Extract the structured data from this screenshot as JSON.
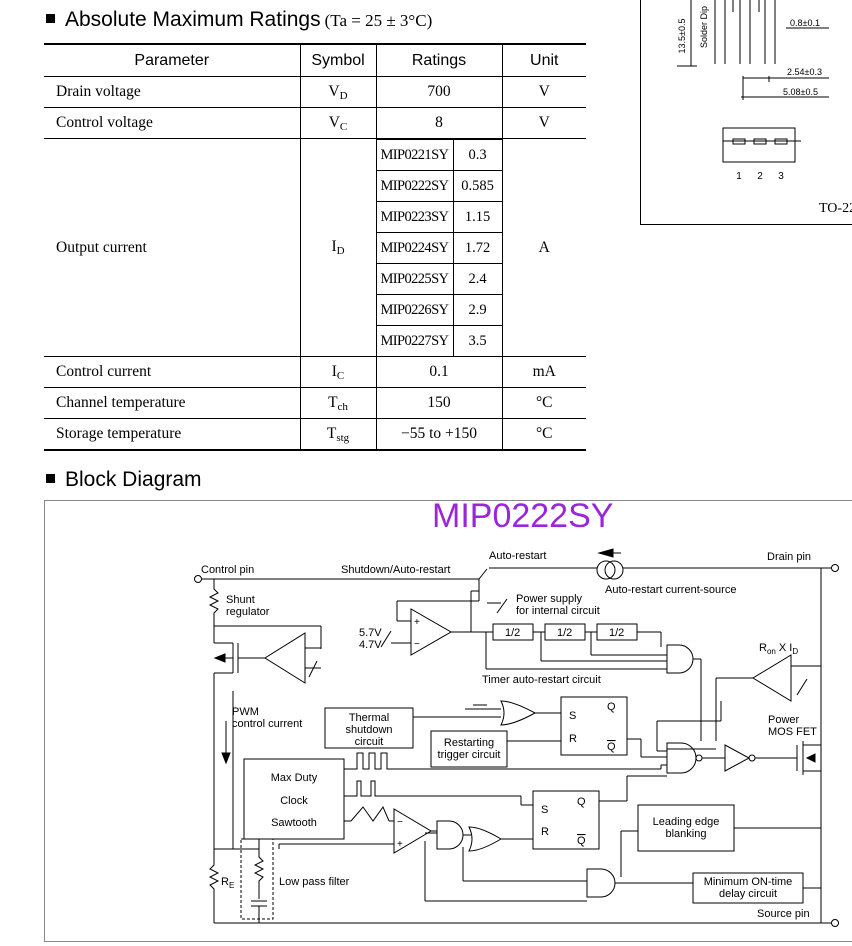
{
  "ratings": {
    "title": "Absolute Maximum Ratings",
    "condition": "(Ta = 25 ± 3°C)",
    "headers": {
      "parameter": "Parameter",
      "symbol": "Symbol",
      "ratings": "Ratings",
      "unit": "Unit"
    },
    "drain": {
      "param": "Drain voltage",
      "sym": "V",
      "sub": "D",
      "rating": "700",
      "unit": "V"
    },
    "control_v": {
      "param": "Control voltage",
      "sym": "V",
      "sub": "C",
      "rating": "8",
      "unit": "V"
    },
    "output": {
      "param": "Output current",
      "sym": "I",
      "sub": "D",
      "unit": "A",
      "parts": [
        {
          "part": "MIP0221SY",
          "value": "0.3"
        },
        {
          "part": "MIP0222SY",
          "value": "0.585"
        },
        {
          "part": "MIP0223SY",
          "value": "1.15"
        },
        {
          "part": "MIP0224SY",
          "value": "1.72"
        },
        {
          "part": "MIP0225SY",
          "value": "2.4"
        },
        {
          "part": "MIP0226SY",
          "value": "2.9"
        },
        {
          "part": "MIP0227SY",
          "value": "3.5"
        }
      ]
    },
    "control_i": {
      "param": "Control current",
      "sym": "I",
      "sub": "C",
      "rating": "0.1",
      "unit": "mA"
    },
    "channel": {
      "param": "Channel temperature",
      "sym": "T",
      "sub": "ch",
      "rating": "150",
      "unit": "°C"
    },
    "storage": {
      "param": "Storage temperature",
      "sym": "T",
      "sub": "stg",
      "rating": "−55 to +150",
      "unit": "°C"
    }
  },
  "package": {
    "dim_13_5": "13.5±0.5",
    "solder_dip": "Solder Dip",
    "dim_0_8": "0.8±0.1",
    "dim_2_54": "2.54±0.3",
    "dim_5_08": "5.08±0.5",
    "pin1": "1",
    "pin2": "2",
    "pin3": "3",
    "package_name": "TO-22"
  },
  "block": {
    "title": "Block Diagram",
    "chip": "MIP0222SY",
    "labels": {
      "control_pin": "Control pin",
      "shutdown": "Shutdown/Auto-restart",
      "auto_restart": "Auto-restart",
      "drain_pin": "Drain pin",
      "current_source": "Auto-restart current-source",
      "shunt1": "Shunt",
      "shunt2": "regulator",
      "ps1": "Power supply",
      "ps2": "for internal circuit",
      "v57": "5.7V",
      "v47": "4.7V",
      "half": "1/2",
      "ron": "R",
      "ron_sub": "on",
      "ron_x": " X I",
      "ron_xsub": "D",
      "timer": "Timer auto-restart circuit",
      "pwm1": "PWM",
      "pwm2": "control current",
      "th1": "Thermal",
      "th2": "shutdown",
      "th3": "circuit",
      "rt1": "Restarting",
      "rt2": "trigger circuit",
      "s": "S",
      "r": "R",
      "q": "Q",
      "qbar": "Q",
      "mos1": "Power",
      "mos2": "MOS FET",
      "maxduty": "Max Duty",
      "clock": "Clock",
      "sawtooth": "Sawtooth",
      "leb1": "Leading edge",
      "leb2": "blanking",
      "re": "R",
      "re_sub": "E",
      "lpf": "Low pass filter",
      "mot1": "Minimum ON-time",
      "mot2": "delay circuit",
      "source_pin": "Source pin",
      "plus": "+",
      "minus": "−"
    }
  }
}
